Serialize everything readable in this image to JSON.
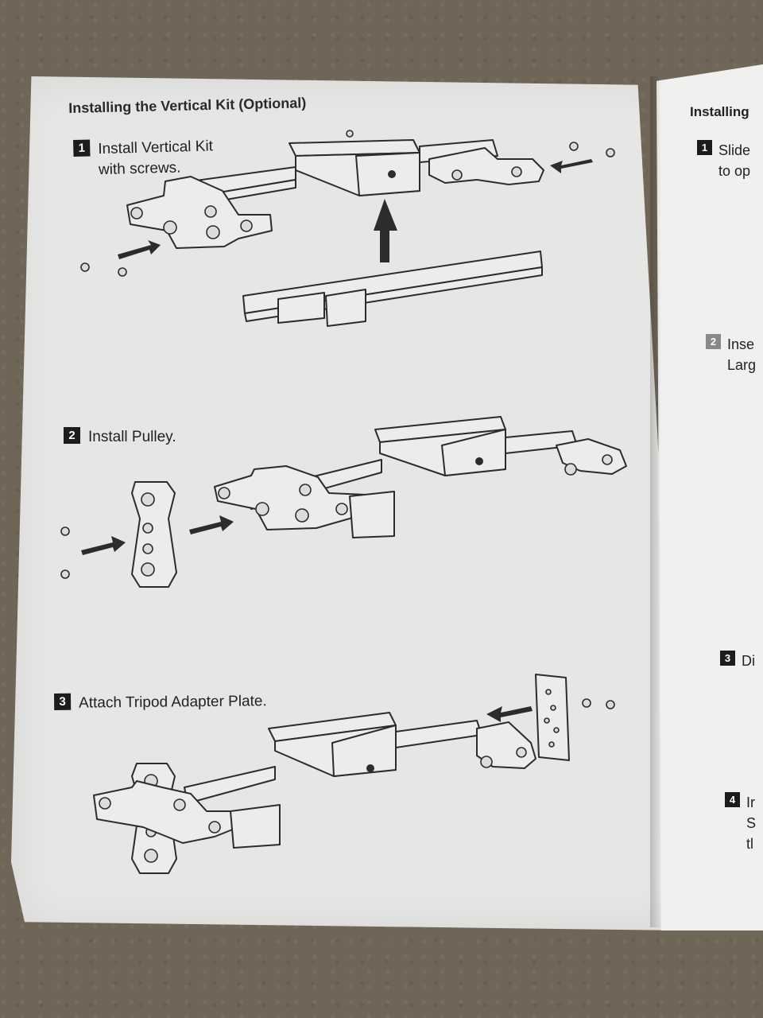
{
  "left_page": {
    "title": "Installing the Vertical Kit (Optional)",
    "steps": [
      {
        "number": "1",
        "text": "Install Vertical Kit\nwith screws."
      },
      {
        "number": "2",
        "text": "Install Pulley."
      },
      {
        "number": "3",
        "text": "Attach Tripod Adapter Plate."
      }
    ]
  },
  "right_page": {
    "title": "Installing",
    "steps": [
      {
        "number": "1",
        "text": "Slide\nto op"
      },
      {
        "number": "2",
        "text": "Inse\nLarg"
      },
      {
        "number": "3",
        "text": "Di"
      },
      {
        "number": "4",
        "text": "Ir\nS\ntl"
      }
    ]
  }
}
